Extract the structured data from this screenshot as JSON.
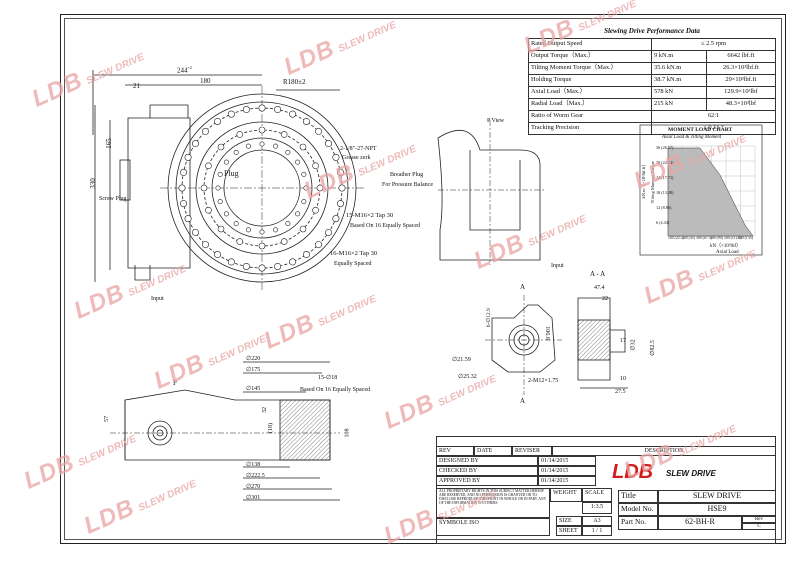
{
  "watermark": {
    "brand": "LDB",
    "tagline": "SLEW DRIVE"
  },
  "performance": {
    "title": "Slewing Drive Performance Data",
    "rows": [
      {
        "label": "Rated Output Speed",
        "v1": "≤ 2.5 rpm",
        "v2": ""
      },
      {
        "label": "Output Torque（Max.）",
        "v1": "9 kN.m",
        "v2": "6642 lbf.ft"
      },
      {
        "label": "Tilting Moment Torque（Max.）",
        "v1": "35.6 kN.m",
        "v2": "26.3×10³lbf.ft"
      },
      {
        "label": "Holding Torque",
        "v1": "38.7 kN.m",
        "v2": "29×10³lbf.ft"
      },
      {
        "label": "Axial Load（Max.）",
        "v1": "578 kN",
        "v2": "129.9×10³lbf"
      },
      {
        "label": "Radial Load（Max.）",
        "v1": "215 kN",
        "v2": "48.3×10³lbf"
      },
      {
        "label": "Ratio of Worm Gear",
        "v1": "62:1",
        "v2": ""
      },
      {
        "label": "Tracking Precision",
        "v1": "≤ 0.15 °",
        "v2": ""
      }
    ]
  },
  "moment_chart": {
    "title": "MOMENT LOAD CHART",
    "subtitle": "Axial Load & Tilting Moment",
    "ylabel": "kN.m（×10³lbf.ft）",
    "ylabel2": "Tilting Moment Torque",
    "xlabel": "kN（×10³lbf）",
    "xlabel2": "Axial Load",
    "yticks": [
      "36 (26.57)",
      "30 (22.14)",
      "24 (17.71)",
      "18 (13.28)",
      "12 (8.86)",
      "6 (4.43)"
    ],
    "xticks": [
      "100 (22.5)",
      "200 (45)",
      "300 (67.5)",
      "400 (90)",
      "500 (112.5)",
      "600 (135)"
    ]
  },
  "drawing": {
    "front": {
      "dim_244": "244",
      "dim_244_tol": "+2",
      "dim_180": "180",
      "dim_R": "R180±2",
      "dim_21": "21",
      "dim_165": "165",
      "dim_330": "330",
      "screw_plug": "Screw Plug",
      "plug": "Plug",
      "input": "Input",
      "grease": "2-1/8\"-27-NPT",
      "grease2": "Grease zerk",
      "breather": "Breather Plug",
      "breather2": "For Pressure Balance",
      "tap1": "15-M16×2 Tap 30",
      "tap1b": "Based On 16 Equally Spaced",
      "tap2": "16-M16×2 Tap 30",
      "tap2b": "Equally Spaced"
    },
    "pview": {
      "label": "P View"
    },
    "aview": {
      "label": "A - A",
      "a": "A",
      "input": "Input",
      "d_thread": "6-∅12.9",
      "d_thread_tol": "+0.15 0",
      "d21": "∅21.59",
      "d21_tol": "+0.51 +0.3",
      "d25": "∅25.32",
      "d25_tol": "+0.51 +0.3",
      "m12": "2-M12×1.75",
      "d106": "106.6",
      "d47": "47.4",
      "d22": "22",
      "d17": "17",
      "d32": "∅32",
      "d825": "∅82.5",
      "d825_tol": "-0.05 0",
      "d10": "10",
      "d275": "27.5"
    },
    "section": {
      "p": "P",
      "d220": "∅220",
      "d175": "∅175",
      "d145": "∅145",
      "d138": "∅138",
      "d2225": "∅222.5",
      "d270": "∅270",
      "d301": "∅301",
      "holes": "15-∅18",
      "holes2": "Based On 16 Equally Spaced",
      "d57": "57",
      "d32": "32",
      "d18": "(18)",
      "d108": "108"
    }
  },
  "titleblock": {
    "rev": "REV",
    "date": "DATE",
    "reviser": "REVISER",
    "description": "DESCRIPTION",
    "designed_by": "DESIGNED BY",
    "checked_by": "CHECKED BY",
    "approved_by": "APPROVED BY",
    "date1": "01/14/2015",
    "date2": "01/14/2015",
    "date3": "01/14/2015",
    "legal": "ALL PROPRIETARY RIGHTS IN THIS SUBJECT MATTER HEREOF ARE RESERVED, AND NO PERMISSION IS GRANTED OR TO DISCLOSE REPRODUCE THIS PRINT IN WHOLE OR IN PART, ANY OF THE INFORMATION TO OTHERS",
    "weight": "WEIGHT",
    "scale": "SCALE",
    "scale_v": "1:3.5",
    "size": "SIZE",
    "size_v": "A3",
    "sheet": "SHEET",
    "sheet_v": "1 / 1",
    "symbols": "SYMBOLE ISO",
    "logo_brand": "LDB",
    "logo_tag": "SLEW DRIVE",
    "title_l": "Title",
    "title_v": "SLEW DRIVE",
    "model_l": "Model No.",
    "model_v": "HSE9",
    "part_l": "Part No.",
    "part_v": "62-BH-R",
    "rev_l": "Rev",
    "rev_v": "C"
  }
}
